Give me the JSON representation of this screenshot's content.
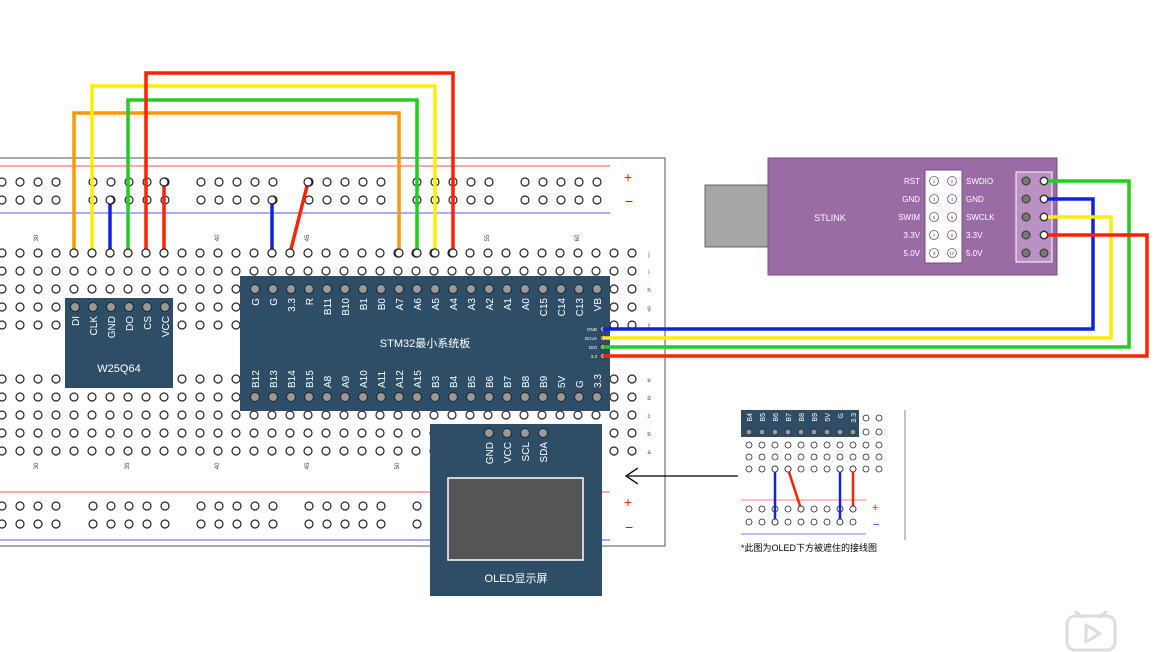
{
  "diagram": {
    "stm32": {
      "title": "STM32最小系统板",
      "top_pins": [
        "G",
        "G",
        "3.3",
        "R",
        "B11",
        "B10",
        "B1",
        "B0",
        "A7",
        "A6",
        "A5",
        "A4",
        "A3",
        "A2",
        "A1",
        "A0",
        "C15",
        "C14",
        "C13",
        "VB"
      ],
      "bottom_pins": [
        "B12",
        "B13",
        "B14",
        "B15",
        "A8",
        "A9",
        "A10",
        "A11",
        "A12",
        "A15",
        "B3",
        "B4",
        "B5",
        "B6",
        "B7",
        "B8",
        "B9",
        "5V",
        "G",
        "3.3"
      ],
      "swd_pins": [
        "GND",
        "DCLK",
        "DIO",
        "3.3"
      ]
    },
    "flash": {
      "label": "W25Q64",
      "pins": [
        "DI",
        "CLK",
        "GND",
        "DO",
        "CS",
        "VCC"
      ]
    },
    "oled": {
      "label": "OLED显示屏",
      "pins": [
        "GND",
        "VCC",
        "SCL",
        "SDA"
      ]
    },
    "stlink": {
      "label": "STLINK",
      "left_labels": [
        "RST",
        "GND",
        "SWIM",
        "3.3V",
        "5.0V"
      ],
      "right_labels": [
        "SWDIO",
        "GND",
        "SWCLK",
        "3.3V",
        "5.0V"
      ],
      "pin_numbers": [
        "1",
        "2",
        "3",
        "4",
        "5",
        "6",
        "7",
        "8",
        "9",
        "10"
      ]
    },
    "breadboard": {
      "row_letters_top": [
        "j",
        "i",
        "h",
        "g",
        "f"
      ],
      "row_letters_bottom": [
        "e",
        "d",
        "c",
        "b",
        "a"
      ],
      "col_numbers_top": [
        "30",
        "40",
        "45",
        "55",
        "60"
      ],
      "col_numbers_bottom": [
        "30",
        "35",
        "40",
        "45",
        "50"
      ],
      "plus": "+",
      "minus": "−"
    },
    "inset": {
      "pins": [
        "B4",
        "B5",
        "B6",
        "B7",
        "B8",
        "B9",
        "5V",
        "G",
        "3.3"
      ],
      "caption": "*此图为OLED下方被遮住的接线图",
      "plus": "+",
      "minus": "−"
    },
    "colors": {
      "red": "#ff2200",
      "yellow": "#ffee00",
      "green": "#22cc22",
      "blue": "#1122dd",
      "orange": "#ff9900",
      "board": "#2d4e66",
      "stlink": "#9b6ba6"
    }
  }
}
